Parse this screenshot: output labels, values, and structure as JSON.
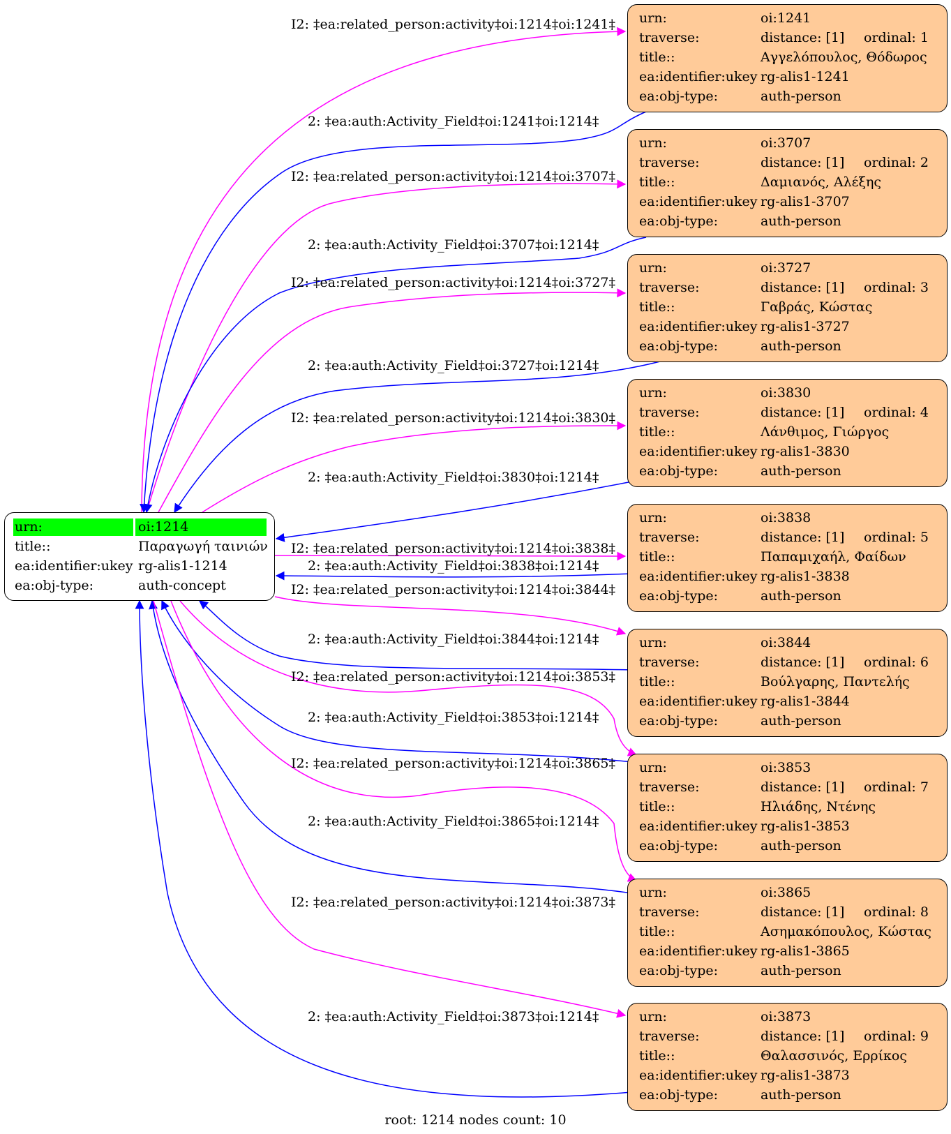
{
  "root": {
    "rows": [
      {
        "key": "urn:",
        "value": "oi:1214"
      },
      {
        "key": "title::",
        "value": "Παραγωγή ταινιών"
      },
      {
        "key": "ea:identifier:ukey",
        "value": "rg-alis1-1214"
      },
      {
        "key": "ea:obj-type:",
        "value": "auth-concept"
      }
    ],
    "highlight_color": "#00ff00"
  },
  "nodes": [
    {
      "urn": "oi:1241",
      "distance": "distance: [1]",
      "ordinal": "ordinal: 1",
      "title": "Αγγελόπουλος, Θόδωρος",
      "ukey": "rg-alis1-1241",
      "type": "auth-person"
    },
    {
      "urn": "oi:3707",
      "distance": "distance: [1]",
      "ordinal": "ordinal: 2",
      "title": "Δαμιανός, Αλέξης",
      "ukey": "rg-alis1-3707",
      "type": "auth-person"
    },
    {
      "urn": "oi:3727",
      "distance": "distance: [1]",
      "ordinal": "ordinal: 3",
      "title": "Γαβράς, Κώστας",
      "ukey": "rg-alis1-3727",
      "type": "auth-person"
    },
    {
      "urn": "oi:3830",
      "distance": "distance: [1]",
      "ordinal": "ordinal: 4",
      "title": "Λάνθιμος, Γιώργος",
      "ukey": "rg-alis1-3830",
      "type": "auth-person"
    },
    {
      "urn": "oi:3838",
      "distance": "distance: [1]",
      "ordinal": "ordinal: 5",
      "title": "Παπαμιχαήλ, Φαίδων",
      "ukey": "rg-alis1-3838",
      "type": "auth-person"
    },
    {
      "urn": "oi:3844",
      "distance": "distance: [1]",
      "ordinal": "ordinal: 6",
      "title": "Βούλγαρης, Παντελής",
      "ukey": "rg-alis1-3844",
      "type": "auth-person"
    },
    {
      "urn": "oi:3853",
      "distance": "distance: [1]",
      "ordinal": "ordinal: 7",
      "title": "Ηλιάδης, Ντένης",
      "ukey": "rg-alis1-3853",
      "type": "auth-person"
    },
    {
      "urn": "oi:3865",
      "distance": "distance: [1]",
      "ordinal": "ordinal: 8",
      "title": "Ασημακόπουλος, Κώστας",
      "ukey": "rg-alis1-3865",
      "type": "auth-person"
    },
    {
      "urn": "oi:3873",
      "distance": "distance: [1]",
      "ordinal": "ordinal: 9",
      "title": "Θαλασσινός, Ερρίκος",
      "ukey": "rg-alis1-3873",
      "type": "auth-person"
    }
  ],
  "node_keys": {
    "urn": "urn:",
    "traverse": "traverse:",
    "title": "title::",
    "ukey": "ea:identifier:ukey",
    "type": "ea:obj-type:"
  },
  "edge_labels": {
    "outgoing": [
      "I2: ‡ea:related_person:activity‡oi:1214‡oi:1241‡",
      "I2: ‡ea:related_person:activity‡oi:1214‡oi:3707‡",
      "I2: ‡ea:related_person:activity‡oi:1214‡oi:3727‡",
      "I2: ‡ea:related_person:activity‡oi:1214‡oi:3830‡",
      "I2: ‡ea:related_person:activity‡oi:1214‡oi:3838‡",
      "I2: ‡ea:related_person:activity‡oi:1214‡oi:3844‡",
      "I2: ‡ea:related_person:activity‡oi:1214‡oi:3853‡",
      "I2: ‡ea:related_person:activity‡oi:1214‡oi:3865‡",
      "I2: ‡ea:related_person:activity‡oi:1214‡oi:3873‡"
    ],
    "incoming": [
      "2: ‡ea:auth:Activity_Field‡oi:1241‡oi:1214‡",
      "2: ‡ea:auth:Activity_Field‡oi:3707‡oi:1214‡",
      "2: ‡ea:auth:Activity_Field‡oi:3727‡oi:1214‡",
      "2: ‡ea:auth:Activity_Field‡oi:3830‡oi:1214‡",
      "2: ‡ea:auth:Activity_Field‡oi:3838‡oi:1214‡",
      "2: ‡ea:auth:Activity_Field‡oi:3844‡oi:1214‡",
      "2: ‡ea:auth:Activity_Field‡oi:3853‡oi:1214‡",
      "2: ‡ea:auth:Activity_Field‡oi:3865‡oi:1214‡",
      "2: ‡ea:auth:Activity_Field‡oi:3873‡oi:1214‡"
    ]
  },
  "colors": {
    "outgoing_edge": "#ff00ff",
    "incoming_edge": "#0000ff",
    "person_fill": "#FFCB99",
    "root_fill": "#ffffff"
  },
  "footer": "root: 1214 nodes count: 10"
}
